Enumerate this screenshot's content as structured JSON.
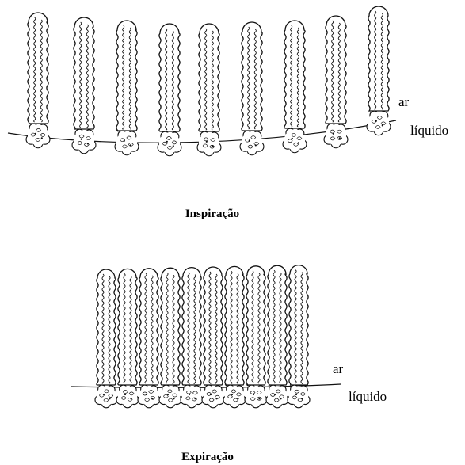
{
  "panels": [
    {
      "id": "inspiration",
      "title": "Inspiração",
      "label_air": "ar",
      "label_liquid": "líquido",
      "molecule_count": 9,
      "packing": "spread"
    },
    {
      "id": "expiration",
      "title": "Expiração",
      "label_air": "ar",
      "label_liquid": "líquido",
      "molecule_count": 10,
      "packing": "compressed"
    }
  ]
}
